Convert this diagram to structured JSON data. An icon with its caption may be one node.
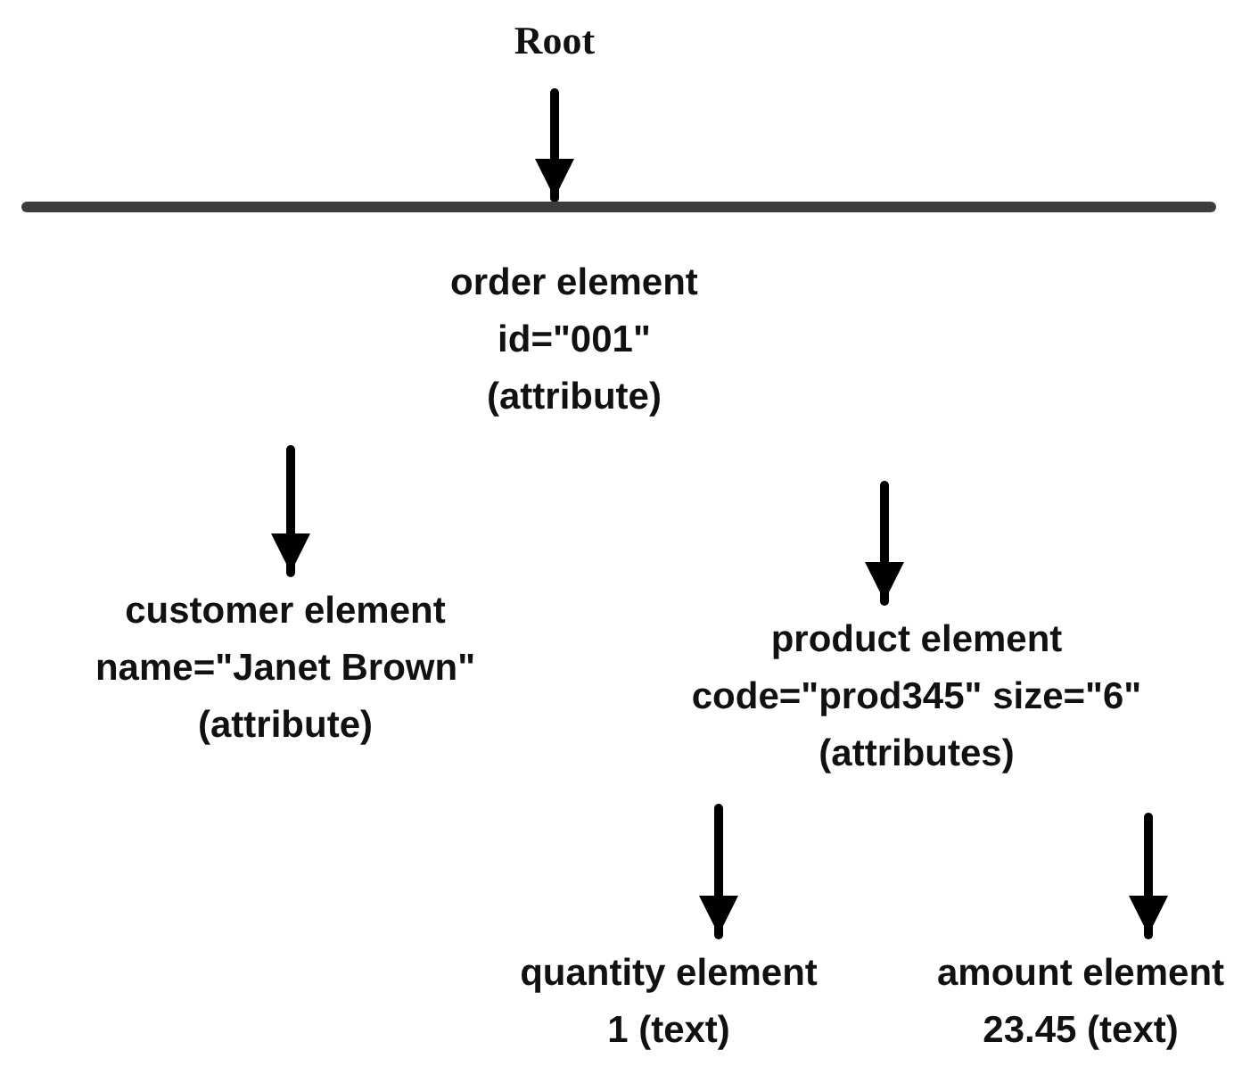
{
  "diagram": {
    "nodes": [
      {
        "text": [
          "Root"
        ]
      },
      {
        "text": [],
        "shape": "bar"
      },
      {
        "text": [
          "order element",
          "id=\"001\"",
          "(attribute)"
        ]
      },
      {
        "text": [
          "customer element",
          "name=\"Janet Brown\"",
          "(attribute)"
        ]
      },
      {
        "text": [
          "product element",
          "code=\"prod345\" size=\"6\"",
          "(attributes)"
        ]
      },
      {
        "text": [
          "quantity element",
          "1 (text)"
        ]
      },
      {
        "text": [
          "amount element",
          "23.45 (text)"
        ]
      }
    ],
    "edges": [
      {
        "from": 0,
        "to": 1,
        "arrow": "to"
      },
      {
        "from": null,
        "to": 3,
        "arrow": "to"
      },
      {
        "from": null,
        "to": 4,
        "arrow": "to"
      },
      {
        "from": 4,
        "to": 5,
        "arrow": "to"
      },
      {
        "from": 4,
        "to": 6,
        "arrow": "to"
      }
    ]
  }
}
